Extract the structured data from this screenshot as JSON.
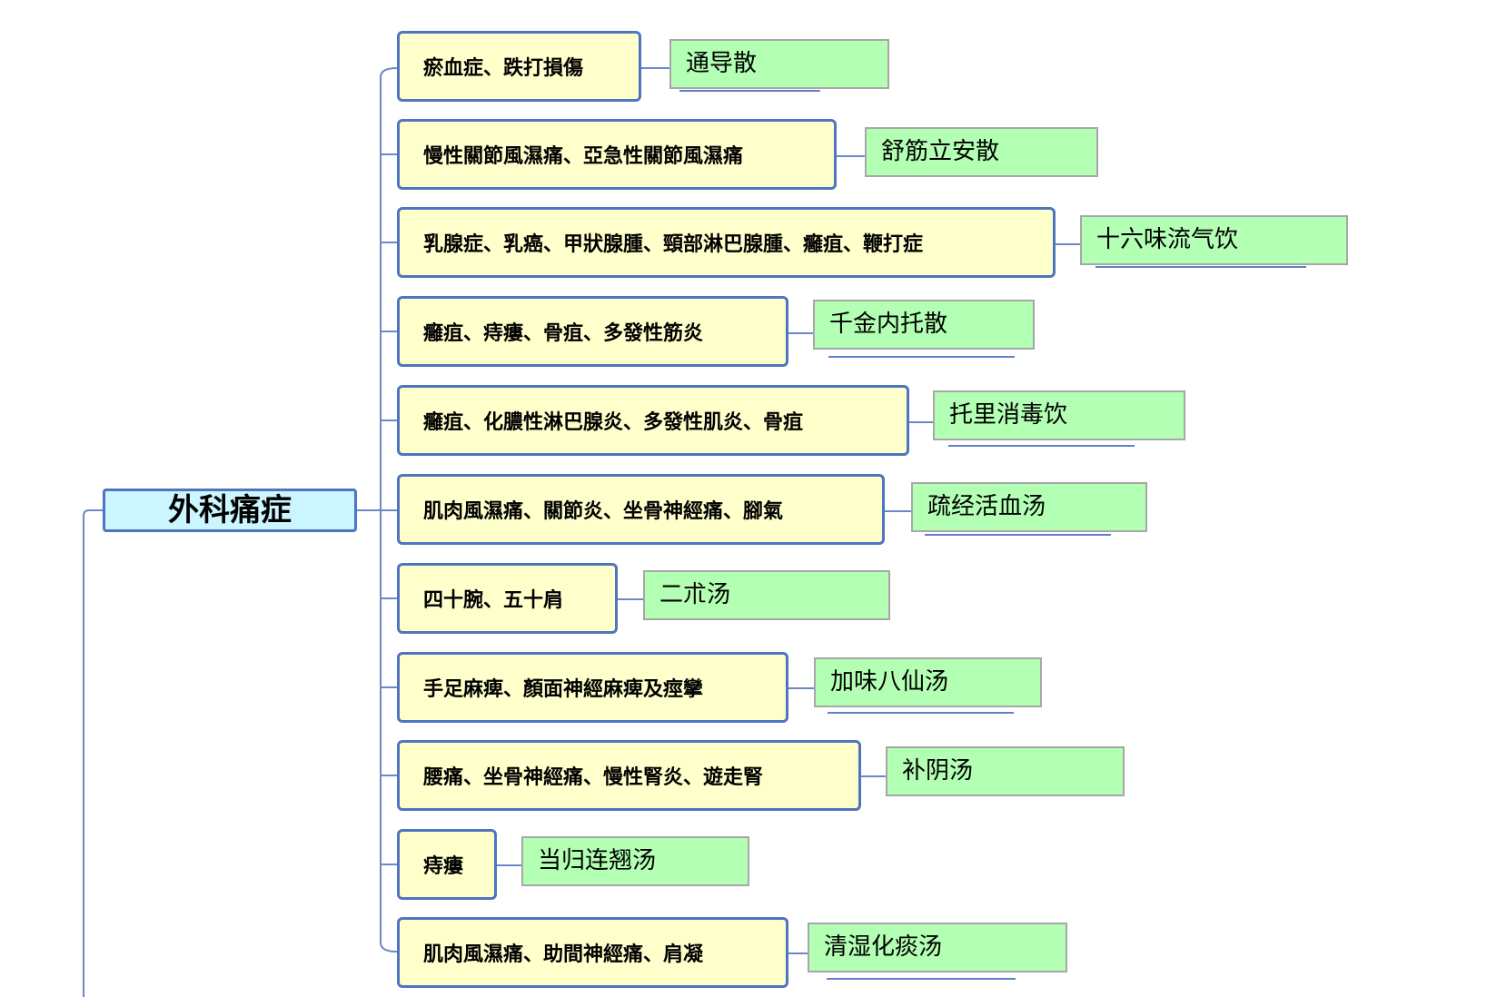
{
  "root": {
    "label": "外科痛症"
  },
  "branches": [
    {
      "condition": "瘀血症、跌打損傷",
      "remedy": "通导散"
    },
    {
      "condition": "慢性關節風濕痛、亞急性關節風濕痛",
      "remedy": "舒筋立安散"
    },
    {
      "condition": "乳腺症、乳癌、甲狀腺腫、頸部淋巴腺腫、癰疽、鞭打症",
      "remedy": "十六味流气饮"
    },
    {
      "condition": "癰疽、痔瘻、骨疽、多發性筋炎",
      "remedy": "千金内托散"
    },
    {
      "condition": "癰疽、化膿性淋巴腺炎、多發性肌炎、骨疽",
      "remedy": "托里消毒饮"
    },
    {
      "condition": "肌肉風濕痛、關節炎、坐骨神經痛、腳氣",
      "remedy": "疏经活血汤"
    },
    {
      "condition": "四十腕、五十肩",
      "remedy": "二朮汤"
    },
    {
      "condition": "手足麻痺、顏面神經麻痺及痙攣",
      "remedy": "加味八仙汤"
    },
    {
      "condition": "腰痛、坐骨神經痛、慢性腎炎、遊走腎",
      "remedy": "补阴汤"
    },
    {
      "condition": "痔瘻",
      "remedy": "当归连翘汤"
    },
    {
      "condition": "肌肉風濕痛、助間神經痛、肩凝",
      "remedy": "清湿化痰汤"
    }
  ],
  "colors": {
    "root_fill": "#ccf6ff",
    "condition_fill": "#ffffcc",
    "remedy_fill": "#b3ffb3",
    "border": "#4f74c0",
    "connector": "#6b88c9"
  }
}
